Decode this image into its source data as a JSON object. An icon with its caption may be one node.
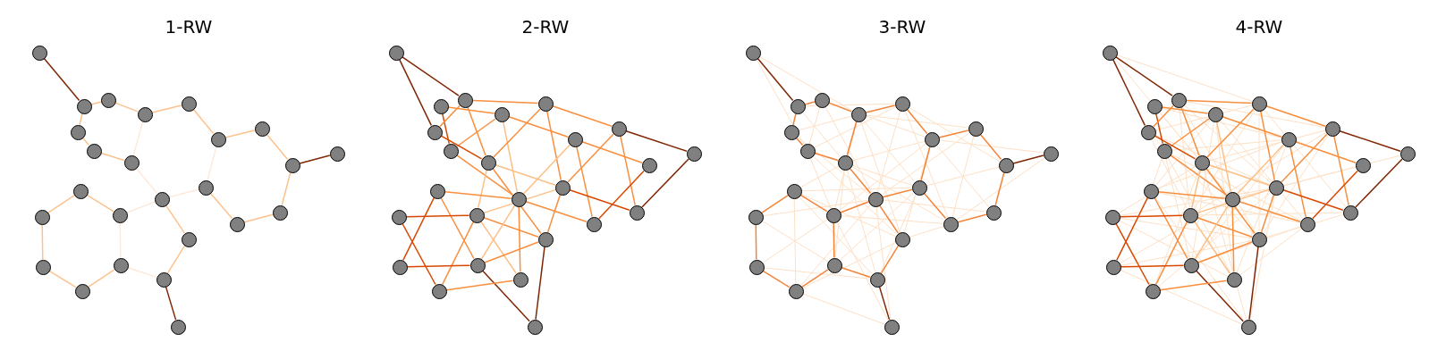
{
  "diagram": {
    "nodes": [
      {
        "text": [],
        "shape": "circle"
      },
      {
        "text": [],
        "shape": "circle"
      },
      {
        "text": [],
        "shape": "circle"
      },
      {
        "text": [],
        "shape": "circle"
      },
      {
        "text": [],
        "shape": "circle"
      },
      {
        "text": [],
        "shape": "circle"
      },
      {
        "text": [],
        "shape": "circle"
      },
      {
        "text": [],
        "shape": "circle"
      },
      {
        "text": [],
        "shape": "circle"
      },
      {
        "text": [],
        "shape": "circle"
      },
      {
        "text": [],
        "shape": "circle"
      },
      {
        "text": [],
        "shape": "circle"
      },
      {
        "text": [],
        "shape": "circle"
      },
      {
        "text": [],
        "shape": "circle"
      },
      {
        "text": [],
        "shape": "circle"
      },
      {
        "text": [],
        "shape": "circle"
      },
      {
        "text": [],
        "shape": "circle"
      },
      {
        "text": [],
        "shape": "circle"
      },
      {
        "text": [],
        "shape": "circle"
      },
      {
        "text": [],
        "shape": "circle"
      },
      {
        "text": [],
        "shape": "circle"
      },
      {
        "text": [],
        "shape": "circle"
      },
      {
        "text": [],
        "shape": "circle"
      },
      {
        "text": [],
        "shape": "circle"
      },
      {
        "text": [],
        "shape": "circle"
      },
      {
        "text": [],
        "shape": "circle"
      },
      {
        "text": [],
        "shape": "circle"
      },
      {
        "text": [],
        "shape": "circle"
      },
      {
        "text": [],
        "shape": "circle"
      },
      {
        "text": [],
        "shape": "circle"
      },
      {
        "text": [],
        "shape": "circle"
      },
      {
        "text": [],
        "shape": "circle"
      },
      {
        "text": [],
        "shape": "circle"
      },
      {
        "text": [],
        "shape": "circle"
      },
      {
        "text": [],
        "shape": "circle"
      },
      {
        "text": [],
        "shape": "circle"
      },
      {
        "text": [],
        "shape": "circle"
      },
      {
        "text": [],
        "shape": "circle"
      },
      {
        "text": [],
        "shape": "circle"
      },
      {
        "text": [],
        "shape": "circle"
      },
      {
        "text": [],
        "shape": "circle"
      },
      {
        "text": [],
        "shape": "circle"
      },
      {
        "text": [],
        "shape": "circle"
      },
      {
        "text": [],
        "shape": "circle"
      },
      {
        "text": [],
        "shape": "circle"
      },
      {
        "text": [],
        "shape": "circle"
      },
      {
        "text": [],
        "shape": "circle"
      },
      {
        "text": [],
        "shape": "circle"
      },
      {
        "text": [],
        "shape": "circle"
      },
      {
        "text": [],
        "shape": "circle"
      },
      {
        "text": [],
        "shape": "circle"
      },
      {
        "text": [],
        "shape": "circle"
      },
      {
        "text": [],
        "shape": "circle"
      },
      {
        "text": [],
        "shape": "circle"
      },
      {
        "text": [],
        "shape": "circle"
      },
      {
        "text": [],
        "shape": "circle"
      },
      {
        "text": [],
        "shape": "circle"
      },
      {
        "text": [],
        "shape": "circle"
      },
      {
        "text": [],
        "shape": "circle"
      },
      {
        "text": [],
        "shape": "circle"
      },
      {
        "text": [],
        "shape": "circle"
      },
      {
        "text": [],
        "shape": "circle"
      },
      {
        "text": [],
        "shape": "circle"
      },
      {
        "text": [],
        "shape": "circle"
      },
      {
        "text": [],
        "shape": "circle"
      },
      {
        "text": [],
        "shape": "circle"
      },
      {
        "text": [],
        "shape": "circle"
      },
      {
        "text": [],
        "shape": "circle"
      },
      {
        "text": [],
        "shape": "circle"
      },
      {
        "text": [],
        "shape": "circle"
      },
      {
        "text": [],
        "shape": "circle"
      },
      {
        "text": [],
        "shape": "circle"
      },
      {
        "text": [],
        "shape": "circle"
      },
      {
        "text": [],
        "shape": "circle"
      },
      {
        "text": [],
        "shape": "circle"
      },
      {
        "text": [],
        "shape": "circle"
      },
      {
        "text": [],
        "shape": "circle"
      },
      {
        "text": [],
        "shape": "circle"
      },
      {
        "text": [],
        "shape": "circle"
      },
      {
        "text": [],
        "shape": "circle"
      },
      {
        "text": [],
        "shape": "circle"
      },
      {
        "text": [],
        "shape": "circle"
      },
      {
        "text": [],
        "shape": "circle"
      },
      {
        "text": [],
        "shape": "circle"
      },
      {
        "text": [],
        "shape": "circle"
      },
      {
        "text": [],
        "shape": "circle"
      },
      {
        "text": [],
        "shape": "circle"
      },
      {
        "text": [],
        "shape": "circle"
      },
      {
        "text": [],
        "shape": "circle"
      },
      {
        "text": [],
        "shape": "circle"
      },
      {
        "text": [],
        "shape": "circle"
      },
      {
        "text": [],
        "shape": "circle"
      },
      {
        "text": [],
        "shape": "circle"
      },
      {
        "text": [],
        "shape": "circle"
      },
      {
        "text": [],
        "shape": "circle"
      },
      {
        "text": [],
        "shape": "circle"
      },
      {
        "text": [],
        "shape": "circle"
      },
      {
        "text": [],
        "shape": "circle"
      },
      {
        "text": [],
        "shape": "circle"
      },
      {
        "text": [],
        "shape": "circle"
      }
    ],
    "edges": [
      {
        "from": 0,
        "to": 1,
        "arrow": "none",
        "color": "#7f2704"
      },
      {
        "from": 1,
        "to": 2,
        "arrow": "none",
        "color": "#fdc28c"
      },
      {
        "from": 1,
        "to": 5,
        "arrow": "none",
        "color": "#fdc28c"
      },
      {
        "from": 5,
        "to": 6,
        "arrow": "none",
        "color": "#fdc28c"
      },
      {
        "from": 6,
        "to": 7,
        "arrow": "none",
        "color": "#fdc28c"
      },
      {
        "from": 2,
        "to": 3,
        "arrow": "none",
        "color": "#fdc28c"
      },
      {
        "from": 3,
        "to": 4,
        "arrow": "none",
        "color": "#fdc28c"
      },
      {
        "from": 3,
        "to": 7,
        "arrow": "none",
        "color": "#feeadb"
      },
      {
        "from": 4,
        "to": 8,
        "arrow": "none",
        "color": "#fdc28c"
      },
      {
        "from": 8,
        "to": 9,
        "arrow": "none",
        "color": "#fdc28c"
      },
      {
        "from": 9,
        "to": 10,
        "arrow": "none",
        "color": "#fdc28c"
      },
      {
        "from": 10,
        "to": 11,
        "arrow": "none",
        "color": "#7f2704"
      },
      {
        "from": 10,
        "to": 18,
        "arrow": "none",
        "color": "#fdc28c"
      },
      {
        "from": 18,
        "to": 17,
        "arrow": "none",
        "color": "#fdc28c"
      },
      {
        "from": 17,
        "to": 16,
        "arrow": "none",
        "color": "#fdc28c"
      },
      {
        "from": 16,
        "to": 8,
        "arrow": "none",
        "color": "#feeadb"
      },
      {
        "from": 16,
        "to": 15,
        "arrow": "none",
        "color": "#feeadb"
      },
      {
        "from": 7,
        "to": 15,
        "arrow": "none",
        "color": "#feeadb"
      },
      {
        "from": 15,
        "to": 19,
        "arrow": "none",
        "color": "#fdc28c"
      },
      {
        "from": 19,
        "to": 23,
        "arrow": "none",
        "color": "#fdc28c"
      },
      {
        "from": 23,
        "to": 24,
        "arrow": "none",
        "color": "#7f2704"
      },
      {
        "from": 23,
        "to": 21,
        "arrow": "none",
        "color": "#feeadb"
      },
      {
        "from": 21,
        "to": 14,
        "arrow": "none",
        "color": "#feeadb"
      },
      {
        "from": 14,
        "to": 15,
        "arrow": "none",
        "color": "#feeadb"
      },
      {
        "from": 14,
        "to": 12,
        "arrow": "none",
        "color": "#fdc28c"
      },
      {
        "from": 12,
        "to": 13,
        "arrow": "none",
        "color": "#fdc28c"
      },
      {
        "from": 13,
        "to": 20,
        "arrow": "none",
        "color": "#fdc28c"
      },
      {
        "from": 20,
        "to": 22,
        "arrow": "none",
        "color": "#fdc28c"
      },
      {
        "from": 22,
        "to": 21,
        "arrow": "none",
        "color": "#fdc28c"
      },
      {
        "from": 25,
        "to": 27,
        "arrow": "none",
        "color": "#7f2704"
      },
      {
        "from": 25,
        "to": 30,
        "arrow": "none",
        "color": "#7f2704"
      },
      {
        "from": 26,
        "to": 28,
        "arrow": "none",
        "color": "#f98e3d"
      },
      {
        "from": 26,
        "to": 31,
        "arrow": "none",
        "color": "#d94801"
      },
      {
        "from": 27,
        "to": 30,
        "arrow": "none",
        "color": "#f98e3d"
      },
      {
        "from": 27,
        "to": 29,
        "arrow": "none",
        "color": "#f98e3d"
      },
      {
        "from": 27,
        "to": 32,
        "arrow": "none",
        "color": "#f98e3d"
      },
      {
        "from": 28,
        "to": 33,
        "arrow": "none",
        "color": "#f98e3d"
      },
      {
        "from": 28,
        "to": 31,
        "arrow": "none",
        "color": "#f98e3d"
      },
      {
        "from": 28,
        "to": 40,
        "arrow": "none",
        "color": "#fdbf86"
      },
      {
        "from": 29,
        "to": 32,
        "arrow": "none",
        "color": "#f98e3d"
      },
      {
        "from": 29,
        "to": 34,
        "arrow": "none",
        "color": "#f98e3d"
      },
      {
        "from": 29,
        "to": 41,
        "arrow": "none",
        "color": "#f98e3d"
      },
      {
        "from": 30,
        "to": 32,
        "arrow": "none",
        "color": "#d94801"
      },
      {
        "from": 31,
        "to": 40,
        "arrow": "none",
        "color": "#f98e3d"
      },
      {
        "from": 32,
        "to": 41,
        "arrow": "none",
        "color": "#fdbf86"
      },
      {
        "from": 32,
        "to": 39,
        "arrow": "none",
        "color": "#fdbf86"
      },
      {
        "from": 32,
        "to": 44,
        "arrow": "none",
        "color": "#f98e3d"
      },
      {
        "from": 33,
        "to": 35,
        "arrow": "none",
        "color": "#f98e3d"
      },
      {
        "from": 33,
        "to": 42,
        "arrow": "none",
        "color": "#f98e3d"
      },
      {
        "from": 33,
        "to": 40,
        "arrow": "none",
        "color": "#fdbf86"
      },
      {
        "from": 34,
        "to": 41,
        "arrow": "none",
        "color": "#f98e3d"
      },
      {
        "from": 34,
        "to": 36,
        "arrow": "none",
        "color": "#7f2704"
      },
      {
        "from": 34,
        "to": 43,
        "arrow": "none",
        "color": "#f98e3d"
      },
      {
        "from": 35,
        "to": 42,
        "arrow": "none",
        "color": "#d94801"
      },
      {
        "from": 36,
        "to": 43,
        "arrow": "none",
        "color": "#7f2704"
      },
      {
        "from": 37,
        "to": 40,
        "arrow": "none",
        "color": "#f98e3d"
      },
      {
        "from": 37,
        "to": 46,
        "arrow": "none",
        "color": "#f98e3d"
      },
      {
        "from": 37,
        "to": 45,
        "arrow": "none",
        "color": "#d94801"
      },
      {
        "from": 38,
        "to": 39,
        "arrow": "none",
        "color": "#d94801"
      },
      {
        "from": 38,
        "to": 47,
        "arrow": "none",
        "color": "#d94801"
      },
      {
        "from": 39,
        "to": 41,
        "arrow": "none",
        "color": "#fdbf86"
      },
      {
        "from": 39,
        "to": 44,
        "arrow": "none",
        "color": "#f98e3d"
      },
      {
        "from": 39,
        "to": 47,
        "arrow": "none",
        "color": "#f98e3d"
      },
      {
        "from": 39,
        "to": 48,
        "arrow": "none",
        "color": "#fdbf86"
      },
      {
        "from": 40,
        "to": 42,
        "arrow": "none",
        "color": "#f98e3d"
      },
      {
        "from": 40,
        "to": 46,
        "arrow": "none",
        "color": "#fdbf86"
      },
      {
        "from": 40,
        "to": 48,
        "arrow": "none",
        "color": "#f98e3d"
      },
      {
        "from": 41,
        "to": 43,
        "arrow": "none",
        "color": "#d94801"
      },
      {
        "from": 41,
        "to": 44,
        "arrow": "none",
        "color": "#f98e3d"
      },
      {
        "from": 44,
        "to": 46,
        "arrow": "none",
        "color": "#f98e3d"
      },
      {
        "from": 44,
        "to": 49,
        "arrow": "none",
        "color": "#7f2704"
      },
      {
        "from": 45,
        "to": 46,
        "arrow": "none",
        "color": "#d94801"
      },
      {
        "from": 46,
        "to": 49,
        "arrow": "none",
        "color": "#7f2704"
      },
      {
        "from": 47,
        "to": 48,
        "arrow": "none",
        "color": "#f98e3d"
      },
      {
        "from": 50,
        "to": 51,
        "arrow": "none",
        "color": "#7f2704"
      },
      {
        "from": 51,
        "to": 52,
        "arrow": "none",
        "color": "#f4843a"
      },
      {
        "from": 51,
        "to": 55,
        "arrow": "none",
        "color": "#f4843a"
      },
      {
        "from": 55,
        "to": 56,
        "arrow": "none",
        "color": "#f4843a"
      },
      {
        "from": 56,
        "to": 57,
        "arrow": "none",
        "color": "#f4843a"
      },
      {
        "from": 52,
        "to": 53,
        "arrow": "none",
        "color": "#f4843a"
      },
      {
        "from": 53,
        "to": 54,
        "arrow": "none",
        "color": "#f4843a"
      },
      {
        "from": 53,
        "to": 57,
        "arrow": "none",
        "color": "#f4843a"
      },
      {
        "from": 54,
        "to": 58,
        "arrow": "none",
        "color": "#f4843a"
      },
      {
        "from": 58,
        "to": 59,
        "arrow": "none",
        "color": "#f4843a"
      },
      {
        "from": 59,
        "to": 60,
        "arrow": "none",
        "color": "#f4843a"
      },
      {
        "from": 60,
        "to": 61,
        "arrow": "none",
        "color": "#7f2704"
      },
      {
        "from": 60,
        "to": 68,
        "arrow": "none",
        "color": "#f4843a"
      },
      {
        "from": 68,
        "to": 67,
        "arrow": "none",
        "color": "#f4843a"
      },
      {
        "from": 67,
        "to": 66,
        "arrow": "none",
        "color": "#f4843a"
      },
      {
        "from": 66,
        "to": 58,
        "arrow": "none",
        "color": "#f4843a"
      },
      {
        "from": 66,
        "to": 65,
        "arrow": "none",
        "color": "#f4843a"
      },
      {
        "from": 57,
        "to": 65,
        "arrow": "none",
        "color": "#f4843a"
      },
      {
        "from": 65,
        "to": 69,
        "arrow": "none",
        "color": "#f4843a"
      },
      {
        "from": 69,
        "to": 73,
        "arrow": "none",
        "color": "#f4843a"
      },
      {
        "from": 73,
        "to": 74,
        "arrow": "none",
        "color": "#7f2704"
      },
      {
        "from": 73,
        "to": 71,
        "arrow": "none",
        "color": "#f4843a"
      },
      {
        "from": 71,
        "to": 64,
        "arrow": "none",
        "color": "#f4843a"
      },
      {
        "from": 64,
        "to": 65,
        "arrow": "none",
        "color": "#f4843a"
      },
      {
        "from": 64,
        "to": 62,
        "arrow": "none",
        "color": "#f4843a"
      },
      {
        "from": 62,
        "to": 63,
        "arrow": "none",
        "color": "#f4843a"
      },
      {
        "from": 63,
        "to": 70,
        "arrow": "none",
        "color": "#f4843a"
      },
      {
        "from": 70,
        "to": 72,
        "arrow": "none",
        "color": "#f4843a"
      },
      {
        "from": 72,
        "to": 71,
        "arrow": "none",
        "color": "#f4843a"
      },
      {
        "from": 50,
        "to": 53,
        "arrow": "none"
      },
      {
        "from": 50,
        "to": 56,
        "arrow": "none"
      },
      {
        "from": 51,
        "to": 54,
        "arrow": "none"
      },
      {
        "from": 51,
        "to": 57,
        "arrow": "none"
      },
      {
        "from": 52,
        "to": 56,
        "arrow": "none"
      },
      {
        "from": 52,
        "to": 58,
        "arrow": "none"
      },
      {
        "from": 52,
        "to": 65,
        "arrow": "none"
      },
      {
        "from": 53,
        "to": 55,
        "arrow": "none"
      },
      {
        "from": 53,
        "to": 59,
        "arrow": "none"
      },
      {
        "from": 53,
        "to": 66,
        "arrow": "none"
      },
      {
        "from": 53,
        "to": 64,
        "arrow": "none"
      },
      {
        "from": 53,
        "to": 69,
        "arrow": "none"
      },
      {
        "from": 54,
        "to": 56,
        "arrow": "none"
      },
      {
        "from": 54,
        "to": 65,
        "arrow": "none"
      },
      {
        "from": 54,
        "to": 60,
        "arrow": "none"
      },
      {
        "from": 54,
        "to": 67,
        "arrow": "none"
      },
      {
        "from": 55,
        "to": 65,
        "arrow": "none"
      },
      {
        "from": 56,
        "to": 66,
        "arrow": "none"
      },
      {
        "from": 56,
        "to": 64,
        "arrow": "none"
      },
      {
        "from": 56,
        "to": 69,
        "arrow": "none"
      },
      {
        "from": 57,
        "to": 58,
        "arrow": "none"
      },
      {
        "from": 57,
        "to": 67,
        "arrow": "none"
      },
      {
        "from": 57,
        "to": 62,
        "arrow": "none"
      },
      {
        "from": 57,
        "to": 71,
        "arrow": "none"
      },
      {
        "from": 57,
        "to": 73,
        "arrow": "none"
      },
      {
        "from": 58,
        "to": 61,
        "arrow": "none"
      },
      {
        "from": 58,
        "to": 68,
        "arrow": "none"
      },
      {
        "from": 58,
        "to": 64,
        "arrow": "none"
      },
      {
        "from": 58,
        "to": 69,
        "arrow": "none"
      },
      {
        "from": 59,
        "to": 67,
        "arrow": "none"
      },
      {
        "from": 59,
        "to": 65,
        "arrow": "none"
      },
      {
        "from": 60,
        "to": 66,
        "arrow": "none"
      },
      {
        "from": 61,
        "to": 67,
        "arrow": "none"
      },
      {
        "from": 62,
        "to": 66,
        "arrow": "none"
      },
      {
        "from": 62,
        "to": 69,
        "arrow": "none"
      },
      {
        "from": 62,
        "to": 72,
        "arrow": "none"
      },
      {
        "from": 62,
        "to": 73,
        "arrow": "none"
      },
      {
        "from": 63,
        "to": 65,
        "arrow": "none"
      },
      {
        "from": 63,
        "to": 71,
        "arrow": "none"
      },
      {
        "from": 64,
        "to": 70,
        "arrow": "none"
      },
      {
        "from": 64,
        "to": 67,
        "arrow": "none"
      },
      {
        "from": 64,
        "to": 74,
        "arrow": "none"
      },
      {
        "from": 65,
        "to": 68,
        "arrow": "none"
      },
      {
        "from": 65,
        "to": 72,
        "arrow": "none"
      },
      {
        "from": 65,
        "to": 74,
        "arrow": "none"
      },
      {
        "from": 66,
        "to": 71,
        "arrow": "none"
      },
      {
        "from": 66,
        "to": 73,
        "arrow": "none"
      },
      {
        "from": 67,
        "to": 69,
        "arrow": "none"
      },
      {
        "from": 69,
        "to": 72,
        "arrow": "none"
      },
      {
        "from": 70,
        "to": 73,
        "arrow": "none"
      },
      {
        "from": 72,
        "to": 74,
        "arrow": "none"
      },
      {
        "from": 75,
        "to": 77,
        "arrow": "none",
        "color": "#7f2704"
      },
      {
        "from": 75,
        "to": 80,
        "arrow": "none",
        "color": "#7f2704"
      },
      {
        "from": 76,
        "to": 78,
        "arrow": "none",
        "color": "#f98e3d"
      },
      {
        "from": 76,
        "to": 81,
        "arrow": "none",
        "color": "#d94801"
      },
      {
        "from": 77,
        "to": 80,
        "arrow": "none",
        "color": "#f98e3d"
      },
      {
        "from": 77,
        "to": 79,
        "arrow": "none",
        "color": "#f98e3d"
      },
      {
        "from": 77,
        "to": 82,
        "arrow": "none",
        "color": "#f98e3d"
      },
      {
        "from": 78,
        "to": 83,
        "arrow": "none",
        "color": "#f98e3d"
      },
      {
        "from": 78,
        "to": 81,
        "arrow": "none",
        "color": "#f98e3d"
      },
      {
        "from": 78,
        "to": 90,
        "arrow": "none",
        "color": "#fdbf86"
      },
      {
        "from": 79,
        "to": 82,
        "arrow": "none",
        "color": "#f98e3d"
      },
      {
        "from": 79,
        "to": 84,
        "arrow": "none",
        "color": "#f98e3d"
      },
      {
        "from": 79,
        "to": 91,
        "arrow": "none",
        "color": "#f98e3d"
      },
      {
        "from": 80,
        "to": 82,
        "arrow": "none",
        "color": "#d94801"
      },
      {
        "from": 81,
        "to": 90,
        "arrow": "none",
        "color": "#f98e3d"
      },
      {
        "from": 82,
        "to": 91,
        "arrow": "none",
        "color": "#fdbf86"
      },
      {
        "from": 82,
        "to": 89,
        "arrow": "none",
        "color": "#fdbf86"
      },
      {
        "from": 82,
        "to": 94,
        "arrow": "none",
        "color": "#f98e3d"
      },
      {
        "from": 83,
        "to": 85,
        "arrow": "none",
        "color": "#f98e3d"
      },
      {
        "from": 83,
        "to": 92,
        "arrow": "none",
        "color": "#f98e3d"
      },
      {
        "from": 83,
        "to": 90,
        "arrow": "none",
        "color": "#fdbf86"
      },
      {
        "from": 84,
        "to": 91,
        "arrow": "none",
        "color": "#f98e3d"
      },
      {
        "from": 84,
        "to": 86,
        "arrow": "none",
        "color": "#7f2704"
      },
      {
        "from": 84,
        "to": 93,
        "arrow": "none",
        "color": "#f98e3d"
      },
      {
        "from": 85,
        "to": 92,
        "arrow": "none",
        "color": "#d94801"
      },
      {
        "from": 86,
        "to": 93,
        "arrow": "none",
        "color": "#7f2704"
      },
      {
        "from": 87,
        "to": 90,
        "arrow": "none",
        "color": "#f98e3d"
      },
      {
        "from": 87,
        "to": 96,
        "arrow": "none",
        "color": "#f98e3d"
      },
      {
        "from": 87,
        "to": 95,
        "arrow": "none",
        "color": "#d94801"
      },
      {
        "from": 88,
        "to": 89,
        "arrow": "none",
        "color": "#d94801"
      },
      {
        "from": 88,
        "to": 97,
        "arrow": "none",
        "color": "#d94801"
      },
      {
        "from": 89,
        "to": 91,
        "arrow": "none",
        "color": "#fdbf86"
      },
      {
        "from": 89,
        "to": 94,
        "arrow": "none",
        "color": "#f98e3d"
      },
      {
        "from": 89,
        "to": 97,
        "arrow": "none",
        "color": "#f98e3d"
      },
      {
        "from": 89,
        "to": 98,
        "arrow": "none",
        "color": "#fdbf86"
      },
      {
        "from": 90,
        "to": 92,
        "arrow": "none",
        "color": "#f98e3d"
      },
      {
        "from": 90,
        "to": 96,
        "arrow": "none",
        "color": "#fdbf86"
      },
      {
        "from": 90,
        "to": 98,
        "arrow": "none",
        "color": "#f98e3d"
      },
      {
        "from": 91,
        "to": 93,
        "arrow": "none",
        "color": "#d94801"
      },
      {
        "from": 91,
        "to": 94,
        "arrow": "none",
        "color": "#f98e3d"
      },
      {
        "from": 94,
        "to": 96,
        "arrow": "none",
        "color": "#f98e3d"
      },
      {
        "from": 94,
        "to": 99,
        "arrow": "none",
        "color": "#7f2704"
      },
      {
        "from": 95,
        "to": 96,
        "arrow": "none",
        "color": "#d94801"
      },
      {
        "from": 96,
        "to": 99,
        "arrow": "none",
        "color": "#7f2704"
      },
      {
        "from": 97,
        "to": 98,
        "arrow": "none",
        "color": "#f98e3d"
      },
      {
        "from": 75,
        "to": 79,
        "arrow": "none"
      },
      {
        "from": 75,
        "to": 82,
        "arrow": "none"
      },
      {
        "from": 76,
        "to": 83,
        "arrow": "none"
      },
      {
        "from": 76,
        "to": 90,
        "arrow": "none"
      },
      {
        "from": 77,
        "to": 84,
        "arrow": "none"
      },
      {
        "from": 77,
        "to": 91,
        "arrow": "none"
      },
      {
        "from": 77,
        "to": 89,
        "arrow": "none"
      },
      {
        "from": 77,
        "to": 94,
        "arrow": "none"
      },
      {
        "from": 78,
        "to": 85,
        "arrow": "none"
      },
      {
        "from": 78,
        "to": 92,
        "arrow": "none"
      },
      {
        "from": 78,
        "to": 87,
        "arrow": "none"
      },
      {
        "from": 78,
        "to": 96,
        "arrow": "none"
      },
      {
        "from": 78,
        "to": 98,
        "arrow": "none"
      },
      {
        "from": 79,
        "to": 80,
        "arrow": "none"
      },
      {
        "from": 79,
        "to": 89,
        "arrow": "none"
      },
      {
        "from": 79,
        "to": 94,
        "arrow": "none"
      },
      {
        "from": 79,
        "to": 86,
        "arrow": "none"
      },
      {
        "from": 79,
        "to": 93,
        "arrow": "none"
      },
      {
        "from": 80,
        "to": 91,
        "arrow": "none"
      },
      {
        "from": 80,
        "to": 89,
        "arrow": "none"
      },
      {
        "from": 80,
        "to": 94,
        "arrow": "none"
      },
      {
        "from": 81,
        "to": 83,
        "arrow": "none"
      },
      {
        "from": 81,
        "to": 92,
        "arrow": "none"
      },
      {
        "from": 81,
        "to": 87,
        "arrow": "none"
      },
      {
        "from": 81,
        "to": 96,
        "arrow": "none"
      },
      {
        "from": 81,
        "to": 98,
        "arrow": "none"
      },
      {
        "from": 82,
        "to": 84,
        "arrow": "none"
      },
      {
        "from": 82,
        "to": 93,
        "arrow": "none"
      },
      {
        "from": 82,
        "to": 88,
        "arrow": "none"
      },
      {
        "from": 82,
        "to": 97,
        "arrow": "none"
      },
      {
        "from": 82,
        "to": 99,
        "arrow": "none"
      },
      {
        "from": 83,
        "to": 87,
        "arrow": "none"
      },
      {
        "from": 83,
        "to": 96,
        "arrow": "none"
      },
      {
        "from": 83,
        "to": 98,
        "arrow": "none"
      },
      {
        "from": 84,
        "to": 89,
        "arrow": "none"
      },
      {
        "from": 84,
        "to": 94,
        "arrow": "none"
      },
      {
        "from": 85,
        "to": 90,
        "arrow": "none"
      },
      {
        "from": 86,
        "to": 91,
        "arrow": "none"
      },
      {
        "from": 87,
        "to": 92,
        "arrow": "none"
      },
      {
        "from": 87,
        "to": 99,
        "arrow": "none"
      },
      {
        "from": 88,
        "to": 91,
        "arrow": "none"
      },
      {
        "from": 88,
        "to": 94,
        "arrow": "none"
      },
      {
        "from": 88,
        "to": 98,
        "arrow": "none"
      },
      {
        "from": 89,
        "to": 93,
        "arrow": "none"
      },
      {
        "from": 90,
        "to": 95,
        "arrow": "none"
      },
      {
        "from": 91,
        "to": 97,
        "arrow": "none"
      },
      {
        "from": 91,
        "to": 99,
        "arrow": "none"
      },
      {
        "from": 92,
        "to": 96,
        "arrow": "none"
      },
      {
        "from": 92,
        "to": 98,
        "arrow": "none"
      },
      {
        "from": 93,
        "to": 94,
        "arrow": "none"
      },
      {
        "from": 94,
        "to": 95,
        "arrow": "none"
      },
      {
        "from": 95,
        "to": 99,
        "arrow": "none"
      }
    ],
    "labels": [
      "1-RW",
      "2-RW",
      "3-RW",
      "4-RW"
    ]
  }
}
